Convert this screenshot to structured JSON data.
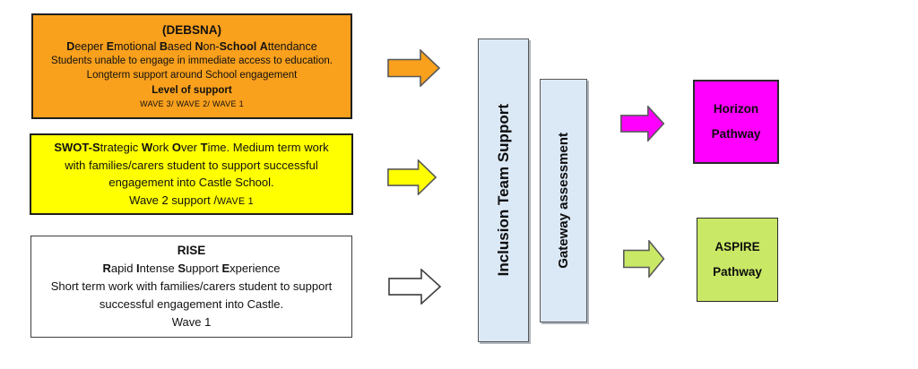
{
  "colors": {
    "orange": "#F9A01C",
    "yellow": "#FFFF00",
    "white": "#FFFFFF",
    "magenta": "#FF00FF",
    "green": "#C9E865",
    "light_blue": "#DBE8F5",
    "arrow_outline_gray": "#595959",
    "arrow_outline_dark": "#3d3d3d"
  },
  "program_boxes": [
    {
      "name": "DEBSNA",
      "bg": "#F9A01C",
      "lines": {
        "title": [
          {
            "t": "(DEBSNA)",
            "b": true
          }
        ],
        "acronym": [
          {
            "t": "D",
            "b": true
          },
          {
            "t": "eeper "
          },
          {
            "t": "E",
            "b": true
          },
          {
            "t": "motional "
          },
          {
            "t": "B",
            "b": true
          },
          {
            "t": "ased "
          },
          {
            "t": "N",
            "b": true
          },
          {
            "t": "on-"
          },
          {
            "t": "School",
            "b": true
          },
          {
            "t": " "
          },
          {
            "t": "A",
            "b": true
          },
          {
            "t": "ttendance"
          }
        ],
        "body": [
          {
            "t": "Students unable to engage in immediate access to education. Longterm support around School engagement"
          }
        ],
        "subtitle": [
          {
            "t": "Level of support",
            "b": true
          }
        ],
        "waves": [
          {
            "t": "WAVE 3/ WAVE 2/ WAVE 1",
            "caps": true
          }
        ]
      }
    },
    {
      "name": "SWOT",
      "bg": "#FFFF00",
      "lines": {
        "body": [
          {
            "t": "SWOT-S",
            "b": true
          },
          {
            "t": "trategic "
          },
          {
            "t": "W",
            "b": true
          },
          {
            "t": "ork "
          },
          {
            "t": "O",
            "b": true
          },
          {
            "t": "ver "
          },
          {
            "t": "T",
            "b": true
          },
          {
            "t": "ime. Medium term work with families/carers student to support successful engagement into Castle School."
          }
        ],
        "waves": [
          {
            "t": "Wave 2 support /"
          },
          {
            "t": "WAVE 1",
            "caps": true
          }
        ]
      }
    },
    {
      "name": "RISE",
      "bg": "#FFFFFF",
      "lines": {
        "title": [
          {
            "t": "RISE",
            "b": true
          }
        ],
        "acronym": [
          {
            "t": "R",
            "b": true
          },
          {
            "t": "apid "
          },
          {
            "t": "I",
            "b": true
          },
          {
            "t": "ntense "
          },
          {
            "t": "S",
            "b": true
          },
          {
            "t": "upport "
          },
          {
            "t": "E",
            "b": true
          },
          {
            "t": "xperience"
          }
        ],
        "body": [
          {
            "t": "Short term work with families/carers student to support successful engagement into Castle."
          }
        ],
        "waves": [
          {
            "t": "Wave 1"
          }
        ]
      }
    }
  ],
  "arrows": [
    {
      "name": "debsna-to-inclusion",
      "fill": "#F9A01C",
      "stroke": "#595959"
    },
    {
      "name": "swot-to-inclusion",
      "fill": "#FFFF00",
      "stroke": "#595959"
    },
    {
      "name": "rise-to-inclusion",
      "fill": "#FFFFFF",
      "stroke": "#3d3d3d"
    },
    {
      "name": "gateway-to-horizon",
      "fill": "#FF00FF",
      "stroke": "#595959"
    },
    {
      "name": "gateway-to-aspire",
      "fill": "#C9E865",
      "stroke": "#595959"
    }
  ],
  "stage_bars": [
    {
      "label": "Inclusion Team Support",
      "bg": "#DBE8F5"
    },
    {
      "label": "Gateway assessment",
      "bg": "#DBE8F5"
    }
  ],
  "pathway_boxes": [
    {
      "label": "Horizon\nPathway",
      "bg": "#FF00FF"
    },
    {
      "label": "ASPIRE\nPathway",
      "bg": "#C9E865"
    }
  ]
}
